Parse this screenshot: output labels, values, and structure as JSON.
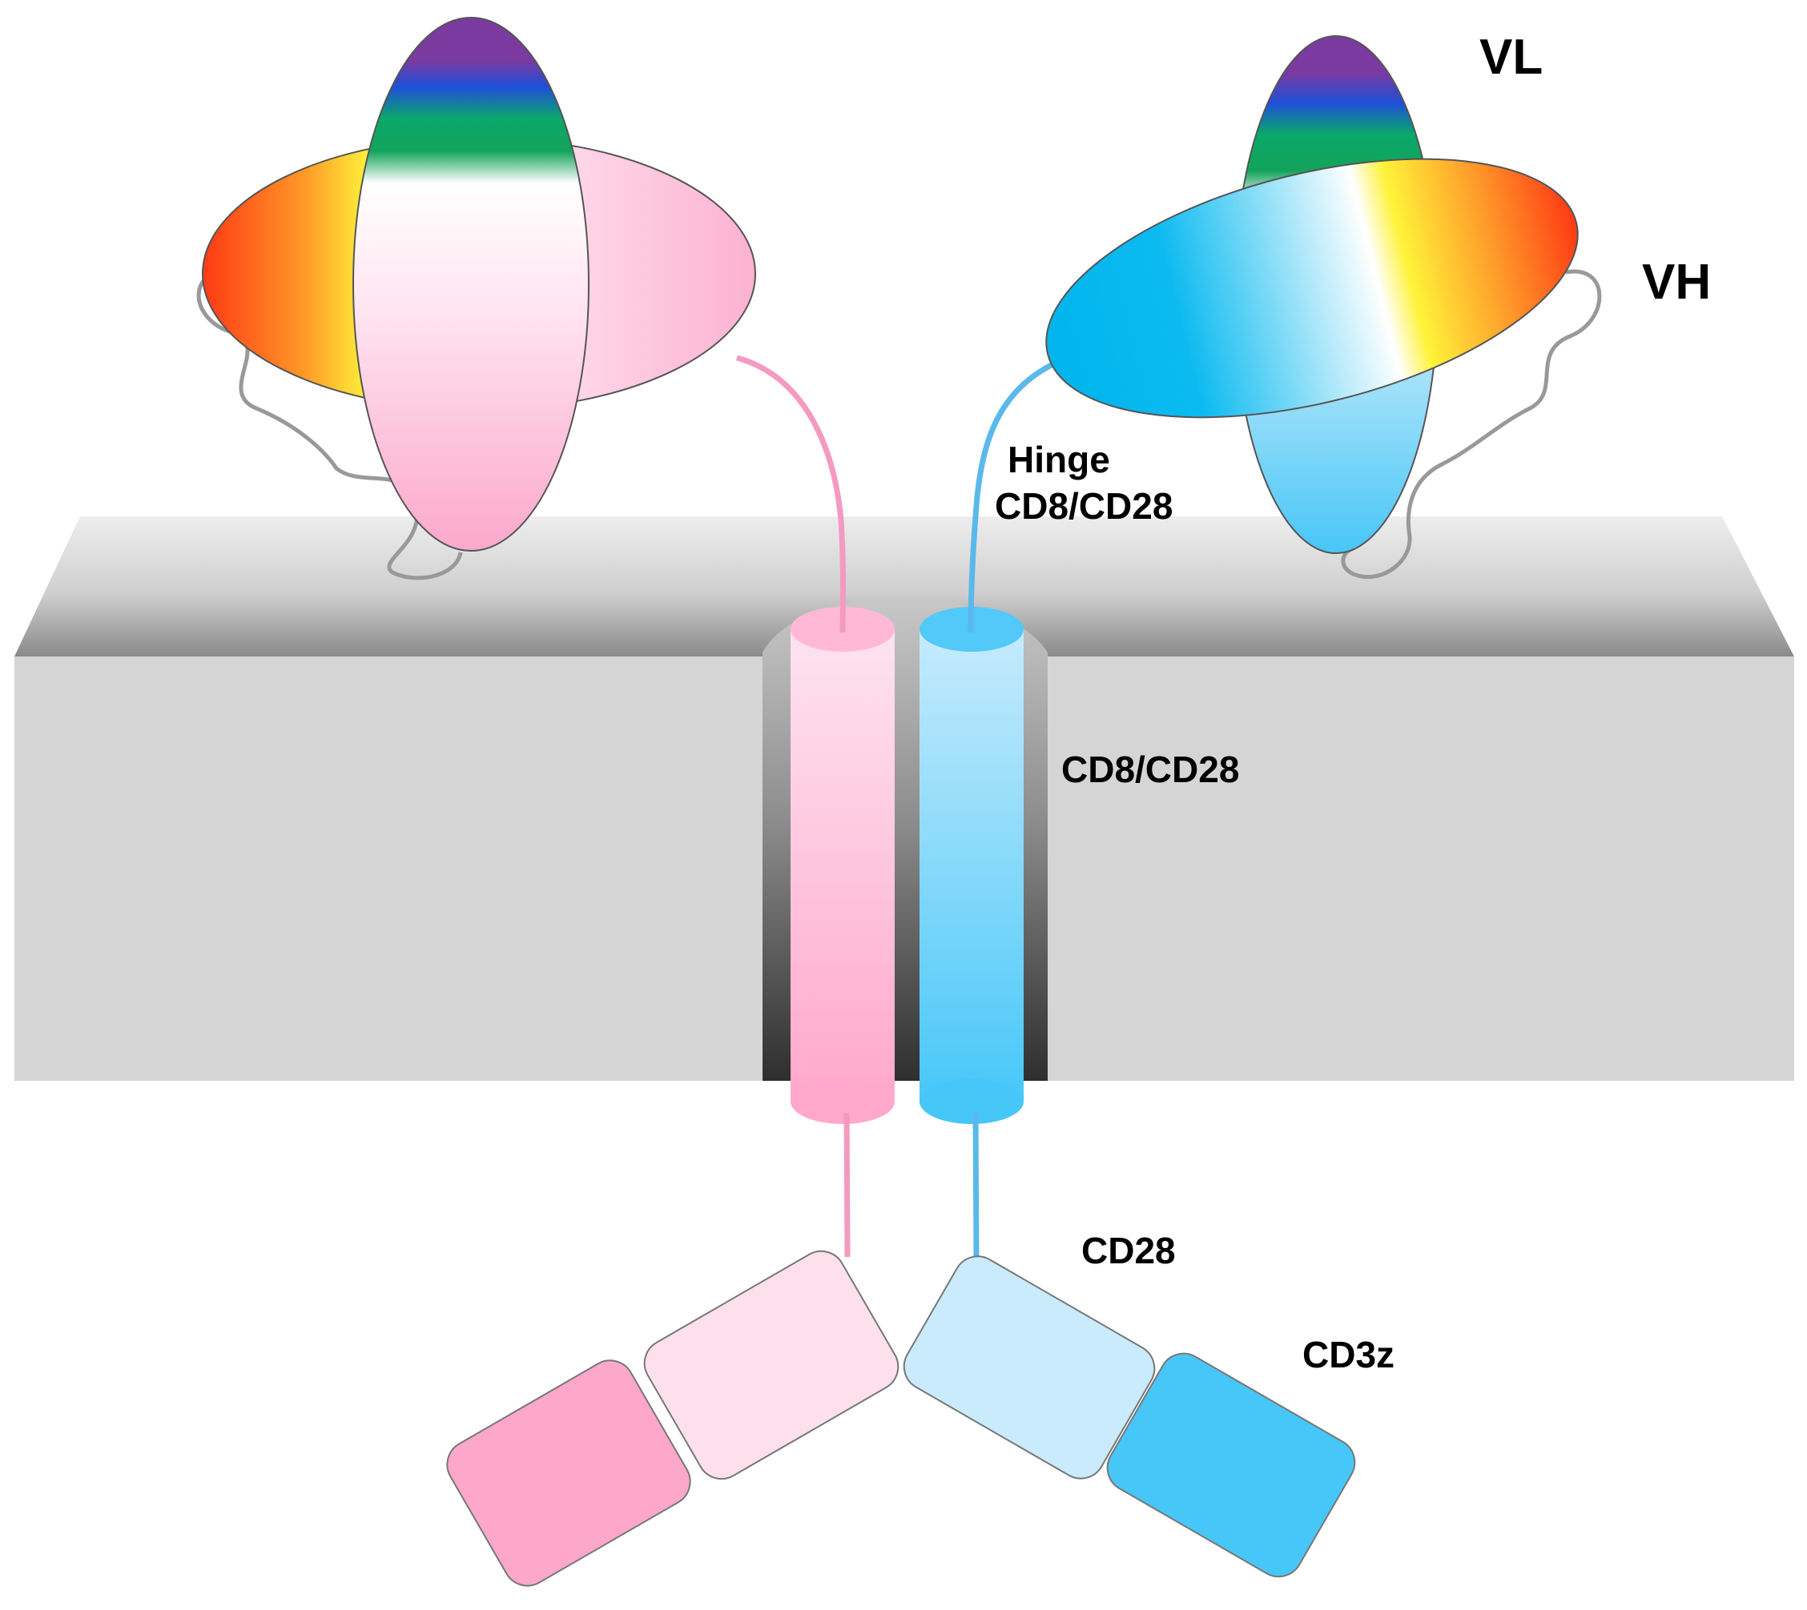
{
  "labels": {
    "vl": "VL",
    "vh": "VH",
    "hinge_line1": "Hinge",
    "hinge_line2": "CD8/CD28",
    "transmembrane": "CD8/CD28",
    "costim": "CD28",
    "signaling": "CD3z"
  },
  "colors": {
    "pink_chain": "#f7a8cc",
    "pink_light": "#fde0ec",
    "pink_mid": "#ffa8cc",
    "blue_chain": "#4ac6f7",
    "blue_light": "#c9ebfb",
    "blue_mid": "#47c7f8",
    "membrane": "#d5d5d5",
    "linker": "#999999"
  }
}
